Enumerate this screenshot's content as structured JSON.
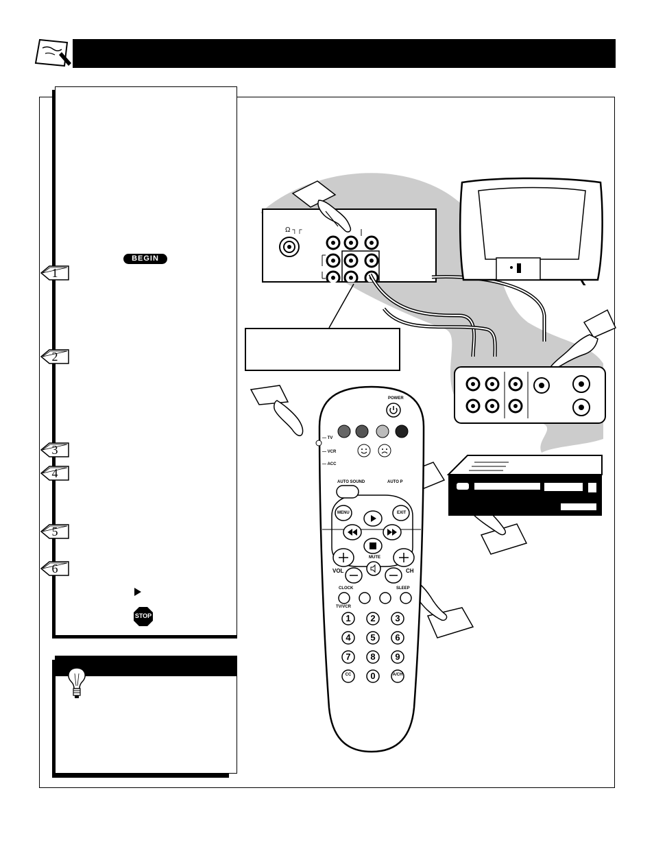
{
  "step_markers": [
    "1",
    "2",
    "3",
    "4",
    "5",
    "6"
  ],
  "badges": {
    "begin": "BEGIN",
    "stop": "STOP"
  },
  "jack_panel": {
    "ohm_label": "Ω ┐┌"
  },
  "remote": {
    "power": "POWER",
    "mode_tv": "TV",
    "mode_vcr": "VCR",
    "mode_acc": "ACC",
    "auto_sound": "AUTO SOUND",
    "auto_picture": "AUTO P",
    "menu": "MENU",
    "exit": "EXIT",
    "mute": "MUTE",
    "vol": "VOL",
    "ch": "CH",
    "clock": "CLOCK",
    "sleep": "SLEEP",
    "tv_vcr": "TV/VCR",
    "keys": [
      "1",
      "2",
      "3",
      "4",
      "5",
      "6",
      "7",
      "8",
      "9",
      "CC",
      "0",
      "A/CH"
    ]
  },
  "colors": {
    "title_bar": "#000000",
    "swoosh": "#cccccc",
    "remote_body": "#ffffff"
  }
}
